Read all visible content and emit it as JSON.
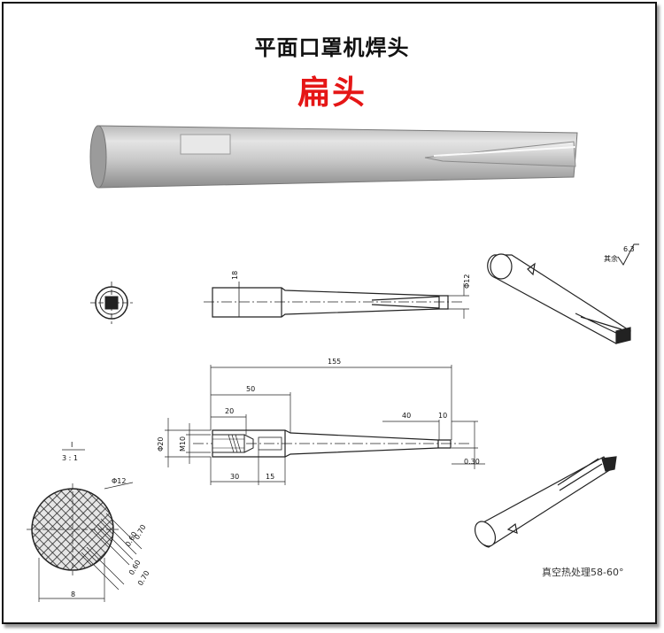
{
  "header": {
    "title": "平面口罩机焊头",
    "subtitle": "扁头"
  },
  "top_view": {
    "dim_width": "18",
    "dim_diameter": "Φ12"
  },
  "surface_finish": {
    "label": "其余",
    "value": "6.3"
  },
  "side_view": {
    "dim_total": "155",
    "dim_50": "50",
    "dim_20": "20",
    "dim_40": "40",
    "dim_10": "10",
    "dim_d20": "Φ20",
    "dim_m10": "M10",
    "dim_30": "30",
    "dim_15": "15",
    "dim_030": "0.30"
  },
  "detail": {
    "scale_label": "I",
    "scale_ratio": "3 : 1",
    "dim_d12": "Φ12",
    "dim_070_a": "0.70",
    "dim_060_a": "0.60",
    "dim_060_b": "0.60",
    "dim_070_b": "0.70",
    "dim_8": "8"
  },
  "heat_treatment": "真空热处理58-60°",
  "colors": {
    "title_red": "#e51616",
    "title_black": "#111111",
    "steel_light": "#d8d8d8",
    "steel_dark": "#8c8c8c"
  }
}
